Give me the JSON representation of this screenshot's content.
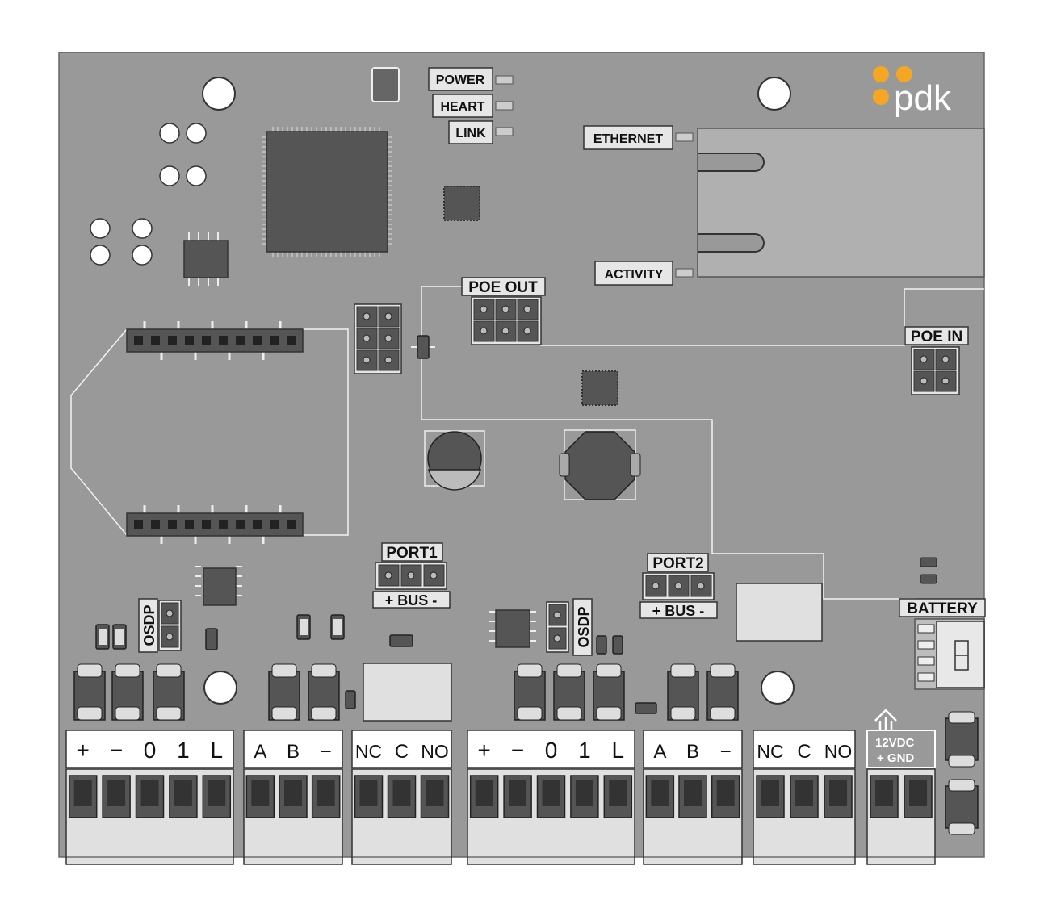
{
  "brand": {
    "text": "pdk",
    "accent": "#f5a623"
  },
  "colors": {
    "board": "#999999",
    "chip": "#555555",
    "label_bg": "#e6e6e6",
    "terminal": "#e0e0e0"
  },
  "leds": {
    "power": "POWER",
    "heart": "HEART",
    "link": "LINK",
    "ethernet": "ETHERNET",
    "activity": "ACTIVITY"
  },
  "headers": {
    "poe_out": "POE OUT",
    "poe_in": "POE IN",
    "port1": "PORT1",
    "port1_bus": "+ BUS -",
    "port2": "PORT2",
    "port2_bus": "+ BUS -",
    "osdp": "OSDP",
    "battery": "BATTERY"
  },
  "terminals": {
    "t1": [
      "+",
      "−",
      "0",
      "1",
      "L"
    ],
    "t2": [
      "A",
      "B",
      "−"
    ],
    "t3": [
      "NC",
      "C",
      "NO"
    ],
    "t4": [
      "+",
      "−",
      "0",
      "1",
      "L"
    ],
    "t5": [
      "A",
      "B",
      "−"
    ],
    "t6": [
      "NC",
      "C",
      "NO"
    ],
    "power_top": "12VDC",
    "power_pins": "+   GND"
  }
}
